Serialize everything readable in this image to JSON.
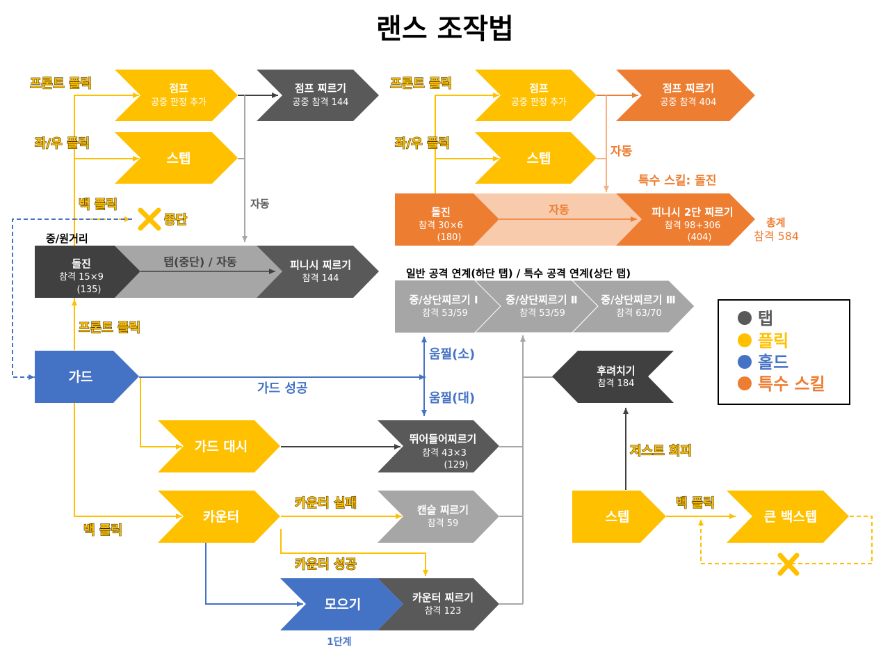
{
  "title": "랜스 조작법",
  "colors": {
    "tap": "#595959",
    "flick": "#ffc000",
    "hold": "#4472c4",
    "special": "#ed7d31",
    "dark": "#404040",
    "light": "#a6a6a6"
  },
  "nodes": {
    "jump_l": {
      "title": "점프",
      "sub": "공중 판정 추가"
    },
    "jump_thrust_l": {
      "title": "점프 찌르기",
      "sub": "공중 참격 144"
    },
    "step_l": {
      "title": "스텝"
    },
    "charge_l": {
      "title": "돌진",
      "sub1": "참격 15×9",
      "sub2": "(135)"
    },
    "tap_stop": {
      "title": "탭(중단) / 자동"
    },
    "finish_thrust": {
      "title": "피니시 찌르기",
      "sub": "참격 144"
    },
    "guard": {
      "title": "가드"
    },
    "guard_dash": {
      "title": "가드 대시"
    },
    "leap_thrust": {
      "title": "뛰어들어찌르기",
      "sub1": "참격 43×3",
      "sub2": "(129)"
    },
    "counter": {
      "title": "카운터"
    },
    "cancel_thrust": {
      "title": "캔슬 찌르기",
      "sub": "참격 59"
    },
    "gather": {
      "title": "모으기"
    },
    "counter_thrust": {
      "title": "카운터 찌르기",
      "sub": "참격 123"
    },
    "jump_r": {
      "title": "점프",
      "sub": "공중 판정 추가"
    },
    "jump_thrust_r": {
      "title": "점프 찌르기",
      "sub": "공중 참격 404"
    },
    "step_r": {
      "title": "스텝"
    },
    "charge_r": {
      "title": "돌진",
      "sub1": "참격 30×6",
      "sub2": "(180)"
    },
    "auto_r": {
      "title": "자동"
    },
    "finish_2": {
      "title": "피니시 2단 찌르기",
      "sub1": "참격 98+306",
      "sub2": "(404)"
    },
    "thrust1": {
      "title": "중/상단찌르기 Ⅰ",
      "sub": "참격 53/59"
    },
    "thrust2": {
      "title": "중/상단찌르기 Ⅱ",
      "sub": "참격 53/59"
    },
    "thrust3": {
      "title": "중/상단찌르기 Ⅲ",
      "sub": "참격 63/70"
    },
    "backhand": {
      "title": "후려치기",
      "sub": "참격 184"
    },
    "step_b": {
      "title": "스텝"
    },
    "big_backstep": {
      "title": "큰 백스텝"
    }
  },
  "labels": {
    "front_flick_1": "프론트 플릭",
    "side_flick_1": "좌/우 플릭",
    "back_flick_1": "백 플릭",
    "stop": "중단",
    "auto_1": "자동",
    "mid_long": "중/원거리",
    "front_flick_2": "프론트 플릭",
    "guard_success": "가드 성공",
    "back_flick_2": "백 플릭",
    "counter_fail": "카운터 실패",
    "counter_success": "카운터 성공",
    "stage1": "1단계",
    "front_flick_3": "프론트 플릭",
    "side_flick_2": "좌/우 플릭",
    "auto_2": "자동",
    "special_skill": "특수 스킬: 돌진",
    "total": "총계",
    "total_value": "참격 584",
    "combo": "일반 공격 연계(하단 탭) / 특수 공격 연계(상단 탭)",
    "flinch_small": "움찔(소)",
    "flinch_large": "움찔(대)",
    "just_evade": "저스트 회피",
    "back_flick_3": "백 플릭"
  },
  "legend": [
    {
      "label": "탭",
      "color": "#595959"
    },
    {
      "label": "플릭",
      "color": "#ffc000"
    },
    {
      "label": "홀드",
      "color": "#4472c4"
    },
    {
      "label": "특수 스킬",
      "color": "#ed7d31"
    }
  ]
}
